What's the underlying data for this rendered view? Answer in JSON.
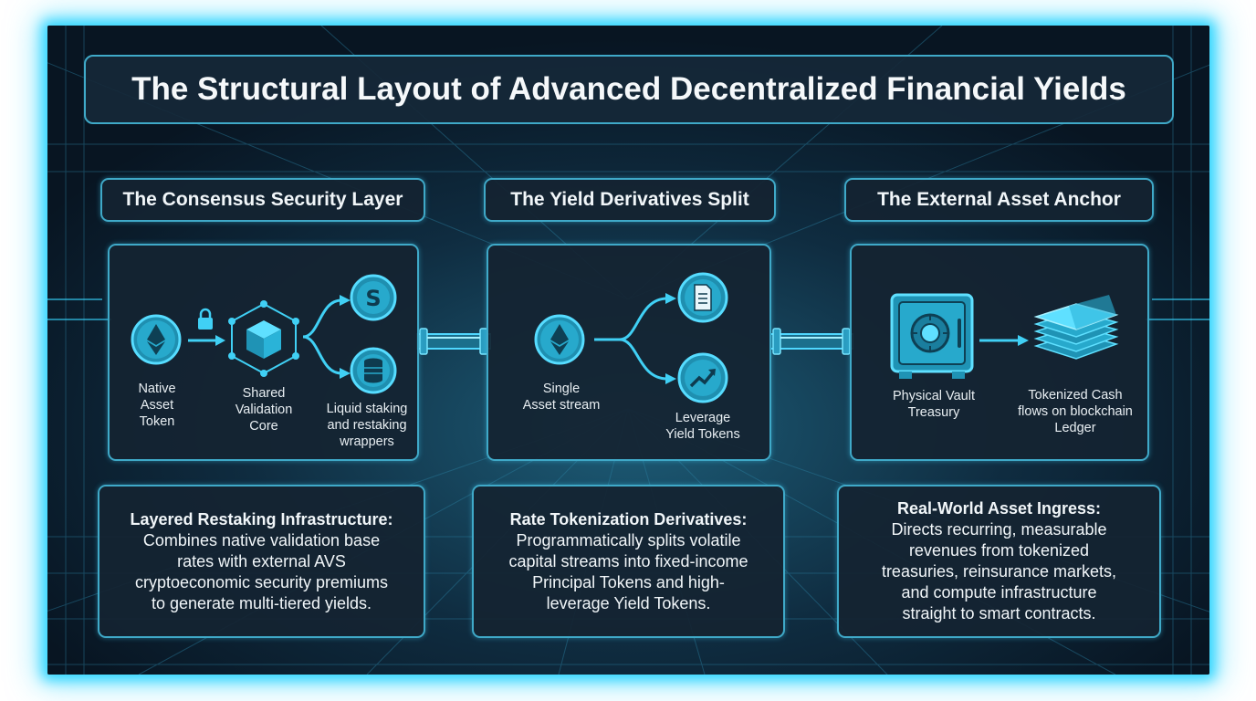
{
  "title": "The Structural Layout of Advanced Decentralized Financial Yields",
  "sections": [
    {
      "heading": "The Consensus Security Layer",
      "labels": {
        "native": "Native\nAsset\nToken",
        "shared": "Shared\nValidation\nCore",
        "liquid": "Liquid staking\nand restaking\nwrappers"
      },
      "desc_title": "Layered Restaking Infrastructure:",
      "desc_body": [
        "Combines native validation base",
        "rates with external AVS",
        "cryptoeconomic security premiums",
        "to generate multi-tiered yields."
      ]
    },
    {
      "heading": "The Yield Derivatives Split",
      "labels": {
        "single": "Single\nAsset stream",
        "leverage": "Leverage\nYield Tokens"
      },
      "desc_title": "Rate Tokenization Derivatives:",
      "desc_body": [
        "Programmatically splits volatile",
        "capital streams into fixed-income",
        "Principal Tokens and high-",
        "leverage Yield Tokens."
      ]
    },
    {
      "heading": "The External Asset Anchor",
      "labels": {
        "vault": "Physical Vault\nTreasury",
        "cash": "Tokenized Cash\nflows on blockchain\nLedger"
      },
      "desc_title": "Real-World Asset Ingress:",
      "desc_body": [
        "Directs recurring, measurable",
        "revenues from tokenized",
        "treasuries, reinsurance markets,",
        "and compute infrastructure",
        "straight to smart contracts."
      ]
    }
  ],
  "icons": [
    "ethereum-icon",
    "lock-icon",
    "cube-network-icon",
    "dollar-coin-icon",
    "coin-stack-icon",
    "document-icon",
    "trend-up-icon",
    "vault-safe-icon",
    "cash-stack-icon"
  ],
  "colors": {
    "accent": "#31d6ff",
    "panel": "#142432",
    "border": "#3fa9c8",
    "icon_fill": "#2bb7d8"
  }
}
